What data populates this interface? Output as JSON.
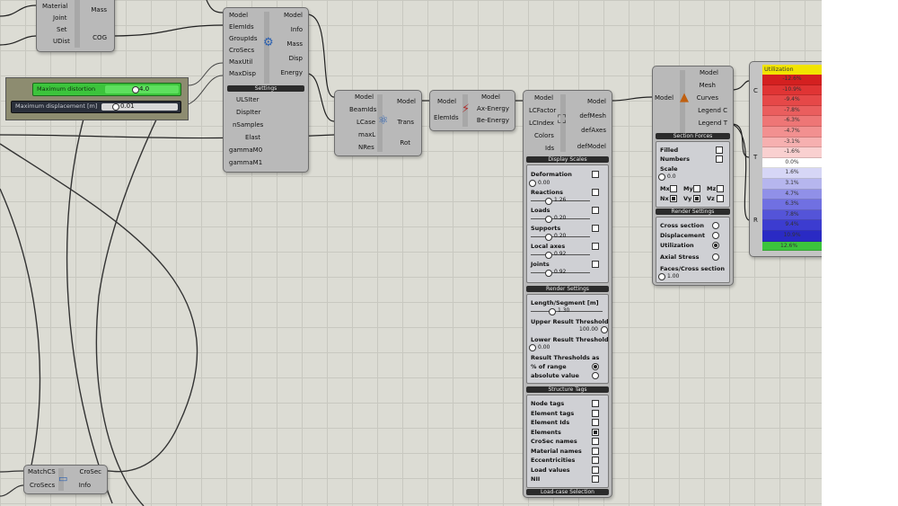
{
  "colors": {
    "canvas": "#dcdcd4",
    "component": "#b9b9b9",
    "slider_green": "#3cc43c",
    "legend_title": "#f1e400"
  },
  "comp_topleft": {
    "inputs": [
      "Material",
      "Joint",
      "Set",
      "UDist"
    ],
    "outputs": [
      "Mass",
      "COG"
    ]
  },
  "sliders": {
    "s1": {
      "label": "Maximum distortion",
      "value": "4.0"
    },
    "s2": {
      "label": "Maximum displacement [m]",
      "value": "0.01"
    }
  },
  "assemble": {
    "inputs": [
      "Model",
      "ElemIds",
      "GroupIds",
      "CroSecs",
      "MaxUtil",
      "MaxDisp"
    ],
    "outputs": [
      "Model",
      "Info",
      "Mass",
      "Disp",
      "Energy"
    ],
    "section_label": "Settings",
    "settings_inputs": [
      "ULSIter",
      "DispIter",
      "nSamples",
      "Elast",
      "gammaM0",
      "gammaM1"
    ]
  },
  "analyze": {
    "inputs": [
      "Model",
      "BeamIds",
      "LCase",
      "maxL",
      "NRes"
    ],
    "outputs": [
      "Model",
      "Trans",
      "Rot"
    ]
  },
  "energy": {
    "inputs": [
      "Model",
      "ElemIds"
    ],
    "outputs": [
      "Model",
      "Ax-Energy",
      "Be-Energy"
    ]
  },
  "display": {
    "inputs": [
      "Model",
      "LCFactor",
      "LCIndex",
      "Colors",
      "Ids"
    ],
    "outputs": [
      "Model",
      "defMesh",
      "defAxes",
      "defModel"
    ]
  },
  "display_scales": {
    "title": "Display Scales",
    "items": [
      {
        "label": "Deformation",
        "value": "0.00"
      },
      {
        "label": "Reactions",
        "value": "1.26"
      },
      {
        "label": "Loads",
        "value": "0.20"
      },
      {
        "label": "Supports",
        "value": "0.20"
      },
      {
        "label": "Local axes",
        "value": "0.92"
      },
      {
        "label": "Joints",
        "value": "0.92"
      }
    ]
  },
  "render_settings": {
    "title": "Render Settings",
    "length_label": "Length/Segment [m]",
    "length_value": "1.30",
    "upper_label": "Upper Result Threshold",
    "upper_value": "100.00",
    "lower_label": "Lower Result Threshold",
    "lower_value": "0.00",
    "threshold_label": "Result Thresholds as",
    "opt1": "% of range",
    "opt2": "absolute value"
  },
  "display_tags": {
    "title": "Structure Tags",
    "items": [
      "Node tags",
      "Element tags",
      "Element Ids",
      "Elements",
      "CroSec names",
      "Material names",
      "Eccentricities",
      "Load values",
      "NII"
    ]
  },
  "load_case_selection": "Load-case Selection",
  "beam_view": {
    "input": "Model",
    "outputs": [
      "Model",
      "Mesh",
      "Curves",
      "Legend C",
      "Legend T"
    ],
    "section_forces_title": "Section Forces",
    "filled": "Filled",
    "numbers": "Numbers",
    "scale_label": "Scale",
    "scale_value": "0.0",
    "forces": [
      "Mx",
      "My",
      "Mz",
      "Nx",
      "Vy",
      "Vz"
    ],
    "render_title": "Render Settings",
    "opts": [
      "Cross section",
      "Displacement",
      "Utilization",
      "Axial Stress"
    ],
    "faces_label": "Faces/Cross section",
    "faces_value": "1.00"
  },
  "legend": {
    "title": "Utilization",
    "side_labels": [
      "C",
      "T",
      "R"
    ],
    "rows": [
      "-12.6%",
      "-10.9%",
      "-9.4%",
      "-7.8%",
      "-6.3%",
      "-4.7%",
      "-3.1%",
      "-1.6%",
      "0.0%",
      "1.6%",
      "3.1%",
      "4.7%",
      "6.3%",
      "7.8%",
      "9.4%",
      "10.9%",
      "12.6%"
    ]
  },
  "bottom_comp": {
    "inputs": [
      "MatchCS",
      "CroSecs"
    ],
    "outputs": [
      "CroSec",
      "Info"
    ]
  }
}
